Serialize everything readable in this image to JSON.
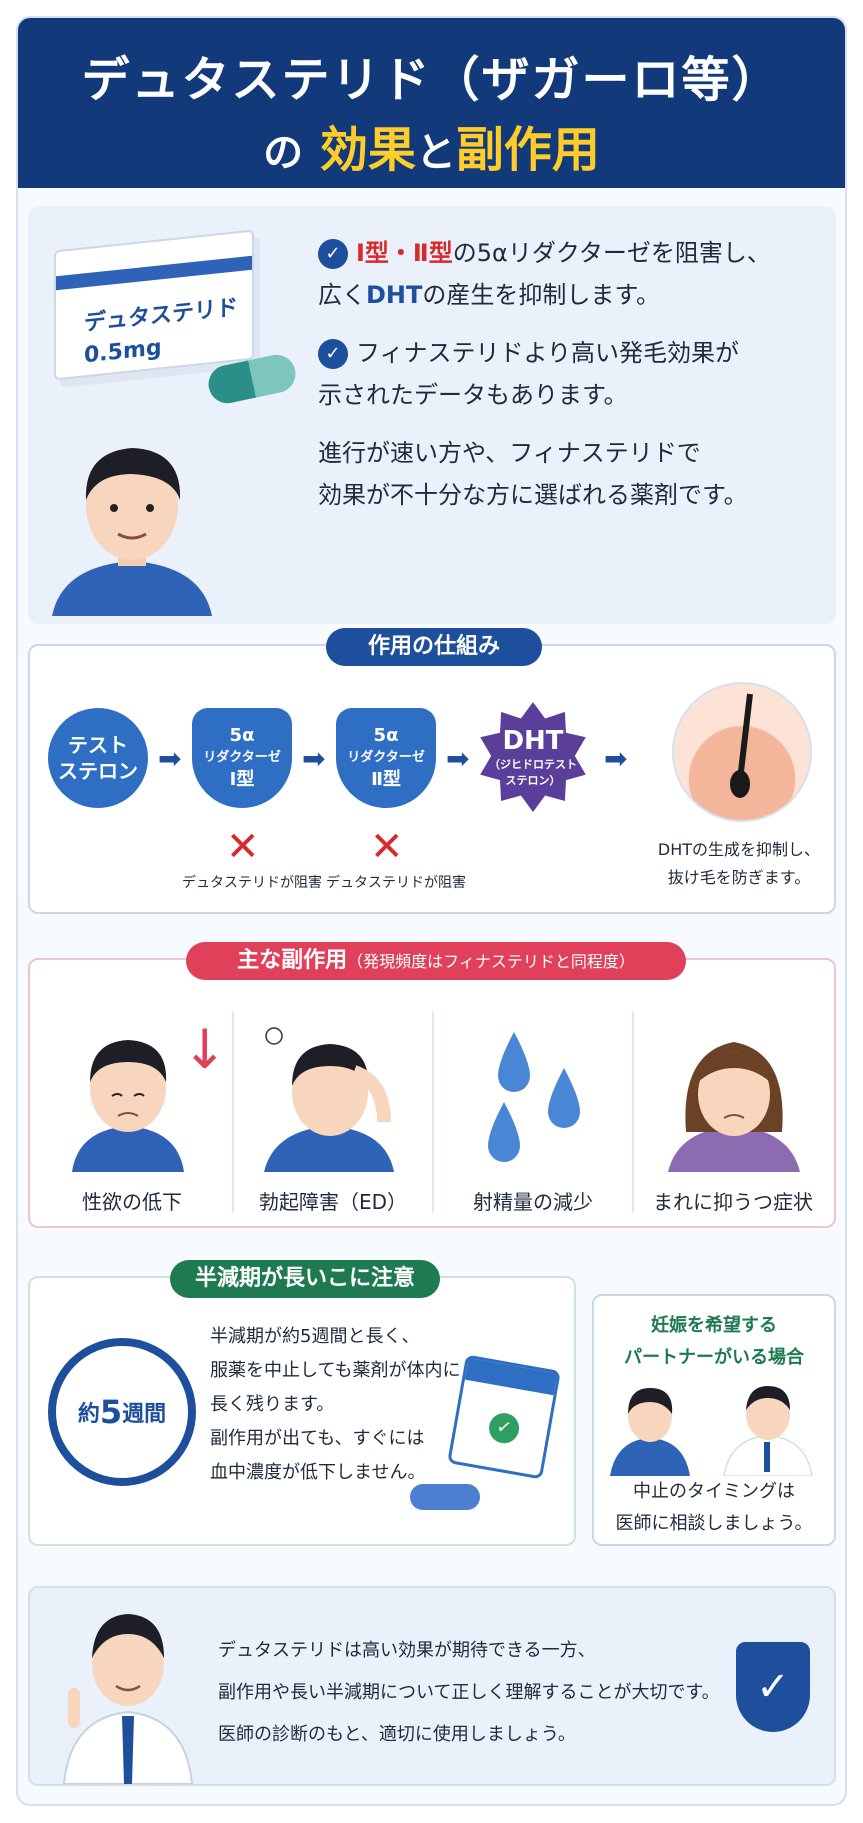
{
  "header": {
    "line1": "デュタステリド（ザガーロ等）",
    "line2_pre": "の",
    "line2_hl1": "効果",
    "line2_mid": "と",
    "line2_hl2": "副作用"
  },
  "intro": {
    "product_name": "デュタステリド",
    "product_dose": "0.5mg",
    "point1_red": "Ⅰ型・Ⅱ型",
    "point1_a": "の5αリダクターゼを阻害し、",
    "point1_b_pre": "広く",
    "point1_b_blue": "DHT",
    "point1_b_post": "の産生を抑制します。",
    "point2_a": "フィナステリドより高い発毛効果が",
    "point2_b": "示されたデータもあります。",
    "note_a": "進行が速い方や、フィナステリドで",
    "note_b": "効果が不十分な方に選ばれる薬剤です。"
  },
  "mechanism": {
    "title": "作用の仕組み",
    "node1_a": "テスト",
    "node1_b": "ステロン",
    "node2_a": "5α",
    "node2_b": "リダクターゼ",
    "node2_c": "Ⅰ型",
    "node3_a": "5α",
    "node3_b": "リダクターゼ",
    "node3_c": "Ⅱ型",
    "node4_a": "DHT",
    "node4_b": "（ジヒドロテスト",
    "node4_c": "ステロン）",
    "block1": "デュタステリドが阻害",
    "block2": "デュタステリドが阻害",
    "result_a": "DHTの生成を抑制し、",
    "result_b": "抜け毛を防ぎます。"
  },
  "side_effects": {
    "title": "主な副作用",
    "title_sub": "（発現頻度はフィナステリドと同程度）",
    "items": [
      "性欲の低下",
      "勃起障害（ED）",
      "射精量の減少",
      "まれに抑うつ症状"
    ]
  },
  "half_life": {
    "title": "半減期が長いこに注意",
    "clock_pre": "約",
    "clock_num": "5",
    "clock_post": "週間",
    "lines": [
      "半減期が約5週間と長く、",
      "服薬を中止しても薬剤が体内に",
      "長く残ります。",
      "副作用が出ても、すぐには",
      "血中濃度が低下しません。"
    ]
  },
  "pregnancy": {
    "title_a": "妊娠を希望する",
    "title_b": "パートナーがいる場合",
    "note_a": "中止のタイミングは",
    "note_b": "医師に相談しましょう。"
  },
  "summary": {
    "lines": [
      "デュタステリドは高い効果が期待できる一方、",
      "副作用や長い半減期について正しく理解することが大切です。",
      "医師の診断のもと、適切に使用しましょう。"
    ]
  },
  "colors": {
    "navy": "#123a7a",
    "accent_yellow": "#ffcc29",
    "red": "#d82a2a",
    "pink": "#e0405a",
    "green": "#1f7a52",
    "blue": "#1d4f9d"
  },
  "icons": [
    "check-icon",
    "capsule-icon",
    "arrow-right-icon",
    "x-mark-icon",
    "arrow-down-icon",
    "water-drop-icon",
    "clock-icon",
    "calendar-icon",
    "shield-check-icon"
  ]
}
